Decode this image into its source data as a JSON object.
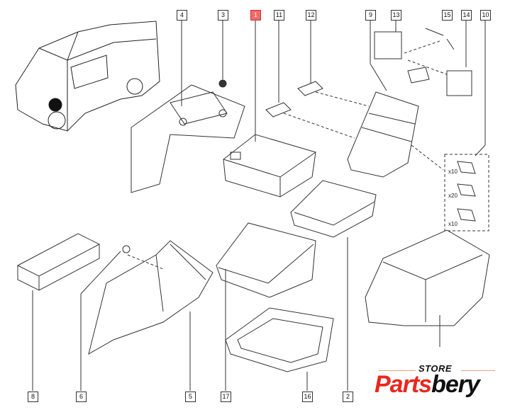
{
  "diagram": {
    "callouts_top": [
      {
        "id": "4",
        "label": "4"
      },
      {
        "id": "3",
        "label": "3"
      },
      {
        "id": "1",
        "label": "1",
        "highlighted": true
      },
      {
        "id": "11",
        "label": "11"
      },
      {
        "id": "12",
        "label": "12"
      },
      {
        "id": "9",
        "label": "9"
      },
      {
        "id": "13",
        "label": "13"
      },
      {
        "id": "15",
        "label": "15"
      },
      {
        "id": "14",
        "label": "14"
      },
      {
        "id": "10",
        "label": "10"
      }
    ],
    "callouts_bottom": [
      {
        "id": "8",
        "label": "8"
      },
      {
        "id": "6",
        "label": "6"
      },
      {
        "id": "5",
        "label": "5"
      },
      {
        "id": "17",
        "label": "17"
      },
      {
        "id": "16",
        "label": "16"
      },
      {
        "id": "2",
        "label": "2"
      }
    ],
    "terminal_quantities": [
      "x10",
      "x20",
      "x10"
    ],
    "highlight_color": "#f06a6a"
  },
  "logo": {
    "store": "STORE",
    "brand_part1": "Parts",
    "brand_part2": "bery",
    "brand_color": "#e8281e"
  }
}
